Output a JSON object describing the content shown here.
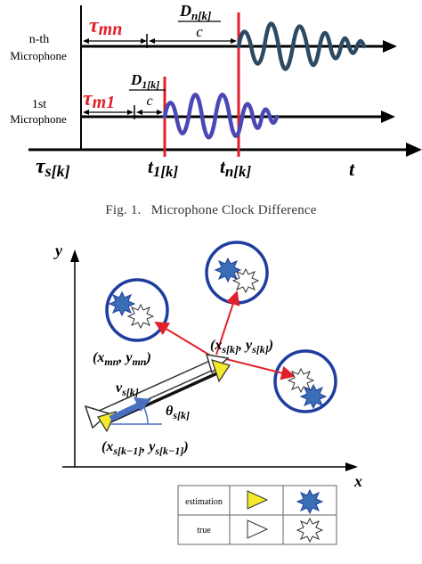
{
  "figure1": {
    "caption_prefix": "Fig. 1.",
    "caption_title": "Microphone Clock Difference",
    "mic_n_label_line1": "n-th",
    "mic_n_label_line2": "Microphone",
    "mic_1_label_line1": "1st",
    "mic_1_label_line2": "Microphone",
    "tau_mn": "τ",
    "tau_mn_sub": "mn",
    "tau_m1": "τ",
    "tau_m1_sub": "m1",
    "dn_num": "D",
    "dn_num_sub": "n[k]",
    "dn_den": "c",
    "d1_num": "D",
    "d1_num_sub": "1[k]",
    "d1_den": "c",
    "tau_s": "τ",
    "tau_s_sub": "s[k]",
    "t1": "t",
    "t1_sub": "1[k]",
    "tn": "t",
    "tn_sub": "n[k]",
    "t_axis": "t",
    "colors": {
      "red": "#e0202a",
      "wave_n": "#2d4a63",
      "wave_1": "#4a48b4"
    }
  },
  "figure2": {
    "y_axis": "y",
    "x_axis": "x",
    "mic_pos": "(x",
    "mic_pos_sub1": "mn",
    "mic_pos_mid": ", y",
    "mic_pos_sub2": "mn",
    "mic_pos_end": ")",
    "src_pos": "(x",
    "src_pos_sub1": "s[k]",
    "src_pos_mid": ", y",
    "src_pos_sub2": "s[k]",
    "src_pos_end": ")",
    "prev_pos": "(x",
    "prev_pos_sub1": "s[k−1]",
    "prev_pos_mid": ", y",
    "prev_pos_sub2": "s[k−1]",
    "prev_pos_end": ")",
    "velocity": "v",
    "velocity_sub": "s[k]",
    "theta": "θ",
    "theta_sub": "s[k]",
    "legend": {
      "estimation": "estimation",
      "true": "true"
    },
    "colors": {
      "circle": "#1f3d9e",
      "red": "#e0202a",
      "star_fill": "#3a6fb5",
      "triangle_fill": "#f2ea2a",
      "velocity": "#4a6fc0"
    }
  }
}
